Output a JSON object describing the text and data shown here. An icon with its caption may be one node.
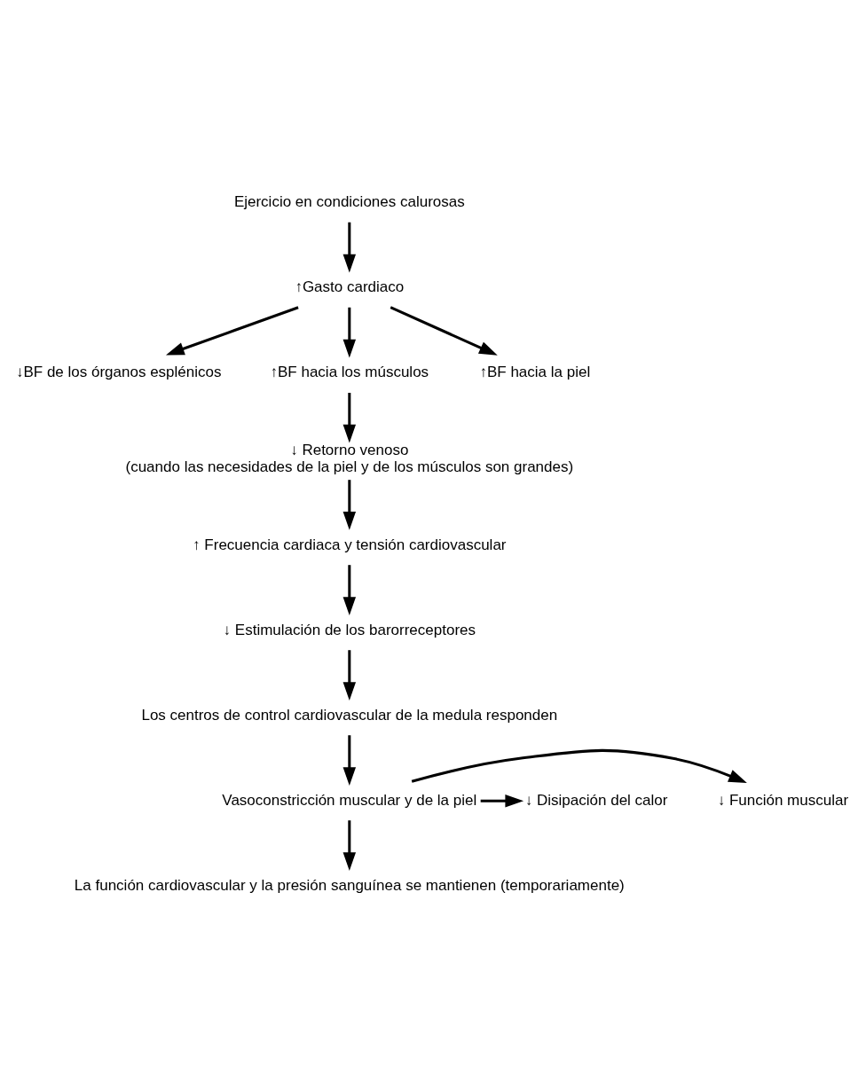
{
  "diagram": {
    "nodes": [
      {
        "text": [
          "Ejercicio en condiciones calurosas"
        ]
      },
      {
        "text": [
          "↑Gasto cardiaco"
        ]
      },
      {
        "text": [
          "↓BF de los órganos esplénicos"
        ]
      },
      {
        "text": [
          "↑BF hacia los músculos"
        ]
      },
      {
        "text": [
          "↑BF hacia la piel"
        ]
      },
      {
        "text": [
          "↓ Retorno venoso",
          "(cuando las necesidades de la piel y de los músculos son grandes)"
        ]
      },
      {
        "text": [
          "↑ Frecuencia cardiaca y tensión cardiovascular"
        ]
      },
      {
        "text": [
          "↓ Estimulación de los barorreceptores"
        ]
      },
      {
        "text": [
          "Los centros de control cardiovascular de la medula responden"
        ]
      },
      {
        "text": [
          "Vasoconstricción muscular y de la piel"
        ]
      },
      {
        "text": [
          "↓ Función muscular"
        ]
      },
      {
        "text": [
          "↓ Disipación del calor"
        ]
      },
      {
        "text": [
          "La función cardiovascular y la presión sanguínea se mantienen (temporariamente)"
        ]
      }
    ],
    "edges": [
      {
        "from": 0,
        "to": 1,
        "arrow": "to"
      },
      {
        "from": 1,
        "to": 2,
        "arrow": "to"
      },
      {
        "from": 1,
        "to": 3,
        "arrow": "to"
      },
      {
        "from": 1,
        "to": 4,
        "arrow": "to"
      },
      {
        "from": 3,
        "to": 5,
        "arrow": "to"
      },
      {
        "from": 5,
        "to": 6,
        "arrow": "to"
      },
      {
        "from": 6,
        "to": 7,
        "arrow": "to"
      },
      {
        "from": 7,
        "to": 8,
        "arrow": "to"
      },
      {
        "from": 8,
        "to": 9,
        "arrow": "to"
      },
      {
        "from": 9,
        "to": 10,
        "arrow": "to"
      },
      {
        "from": 9,
        "to": 11,
        "arrow": "to"
      },
      {
        "from": 9,
        "to": 12,
        "arrow": "to"
      }
    ]
  }
}
